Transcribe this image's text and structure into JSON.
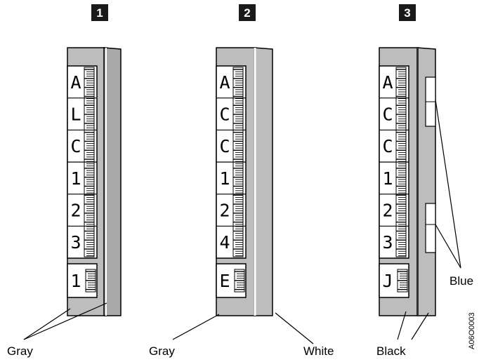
{
  "figure_id": "A06O0003",
  "panels": [
    {
      "number": "1",
      "label_chars": [
        "A",
        "L",
        "C",
        "1",
        "2",
        "3"
      ],
      "bottom_char": "1",
      "callouts": [
        "Gray"
      ],
      "blue_tabs": false
    },
    {
      "number": "2",
      "label_chars": [
        "A",
        "C",
        "C",
        "1",
        "2",
        "4"
      ],
      "bottom_char": "E",
      "callouts": [
        "Gray",
        "White"
      ],
      "blue_tabs": false
    },
    {
      "number": "3",
      "label_chars": [
        "A",
        "C",
        "C",
        "1",
        "2",
        "3"
      ],
      "bottom_char": "J",
      "callouts": [
        "Black",
        "Blue"
      ],
      "blue_tabs": true
    }
  ],
  "colors": {
    "cartridge_gray": "#bdbdbd",
    "number_box": "#1a1a1a"
  }
}
